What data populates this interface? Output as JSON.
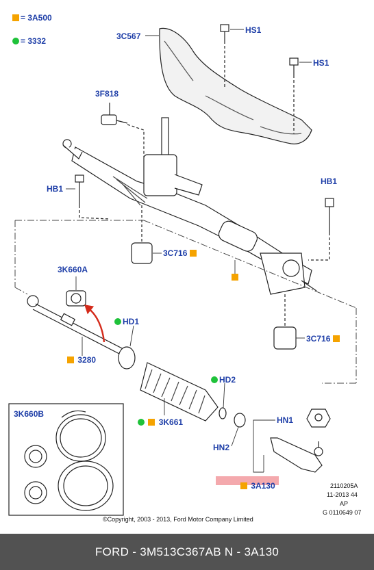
{
  "legend": {
    "square_code": "= 3A500",
    "dot_code": "= 3332"
  },
  "labels": {
    "c3c567": "3C567",
    "hs1_a": "HS1",
    "hs1_b": "HS1",
    "f3f818": "3F818",
    "hb1_left": "HB1",
    "hb1_right": "HB1",
    "c3c716_left": "3C716",
    "c3c716_right": "3C716",
    "k3k660a": "3K660A",
    "hd1": "HD1",
    "p3280": "3280",
    "hd2": "HD2",
    "k3k661": "3K661",
    "hn1": "HN1",
    "hn2": "HN2",
    "a3a130": "3A130",
    "inset_3k660b": "3K660B"
  },
  "meta": {
    "code1": "2110205A",
    "code2": "11-2013 44",
    "code3": "AP",
    "code4": "G 0110649 07"
  },
  "copyright": "©Copyright, 2003 - 2013, Ford Motor Company Limited",
  "footer": "FORD - 3M513C367AB      N - 3A130",
  "colors": {
    "label_blue": "#1f3fa8",
    "square_orange": "#f5a300",
    "dot_green": "#1fc23a",
    "highlight_pink": "#f4a9ad",
    "footer_gray": "#525252",
    "arrow_red": "#d42a1a"
  }
}
